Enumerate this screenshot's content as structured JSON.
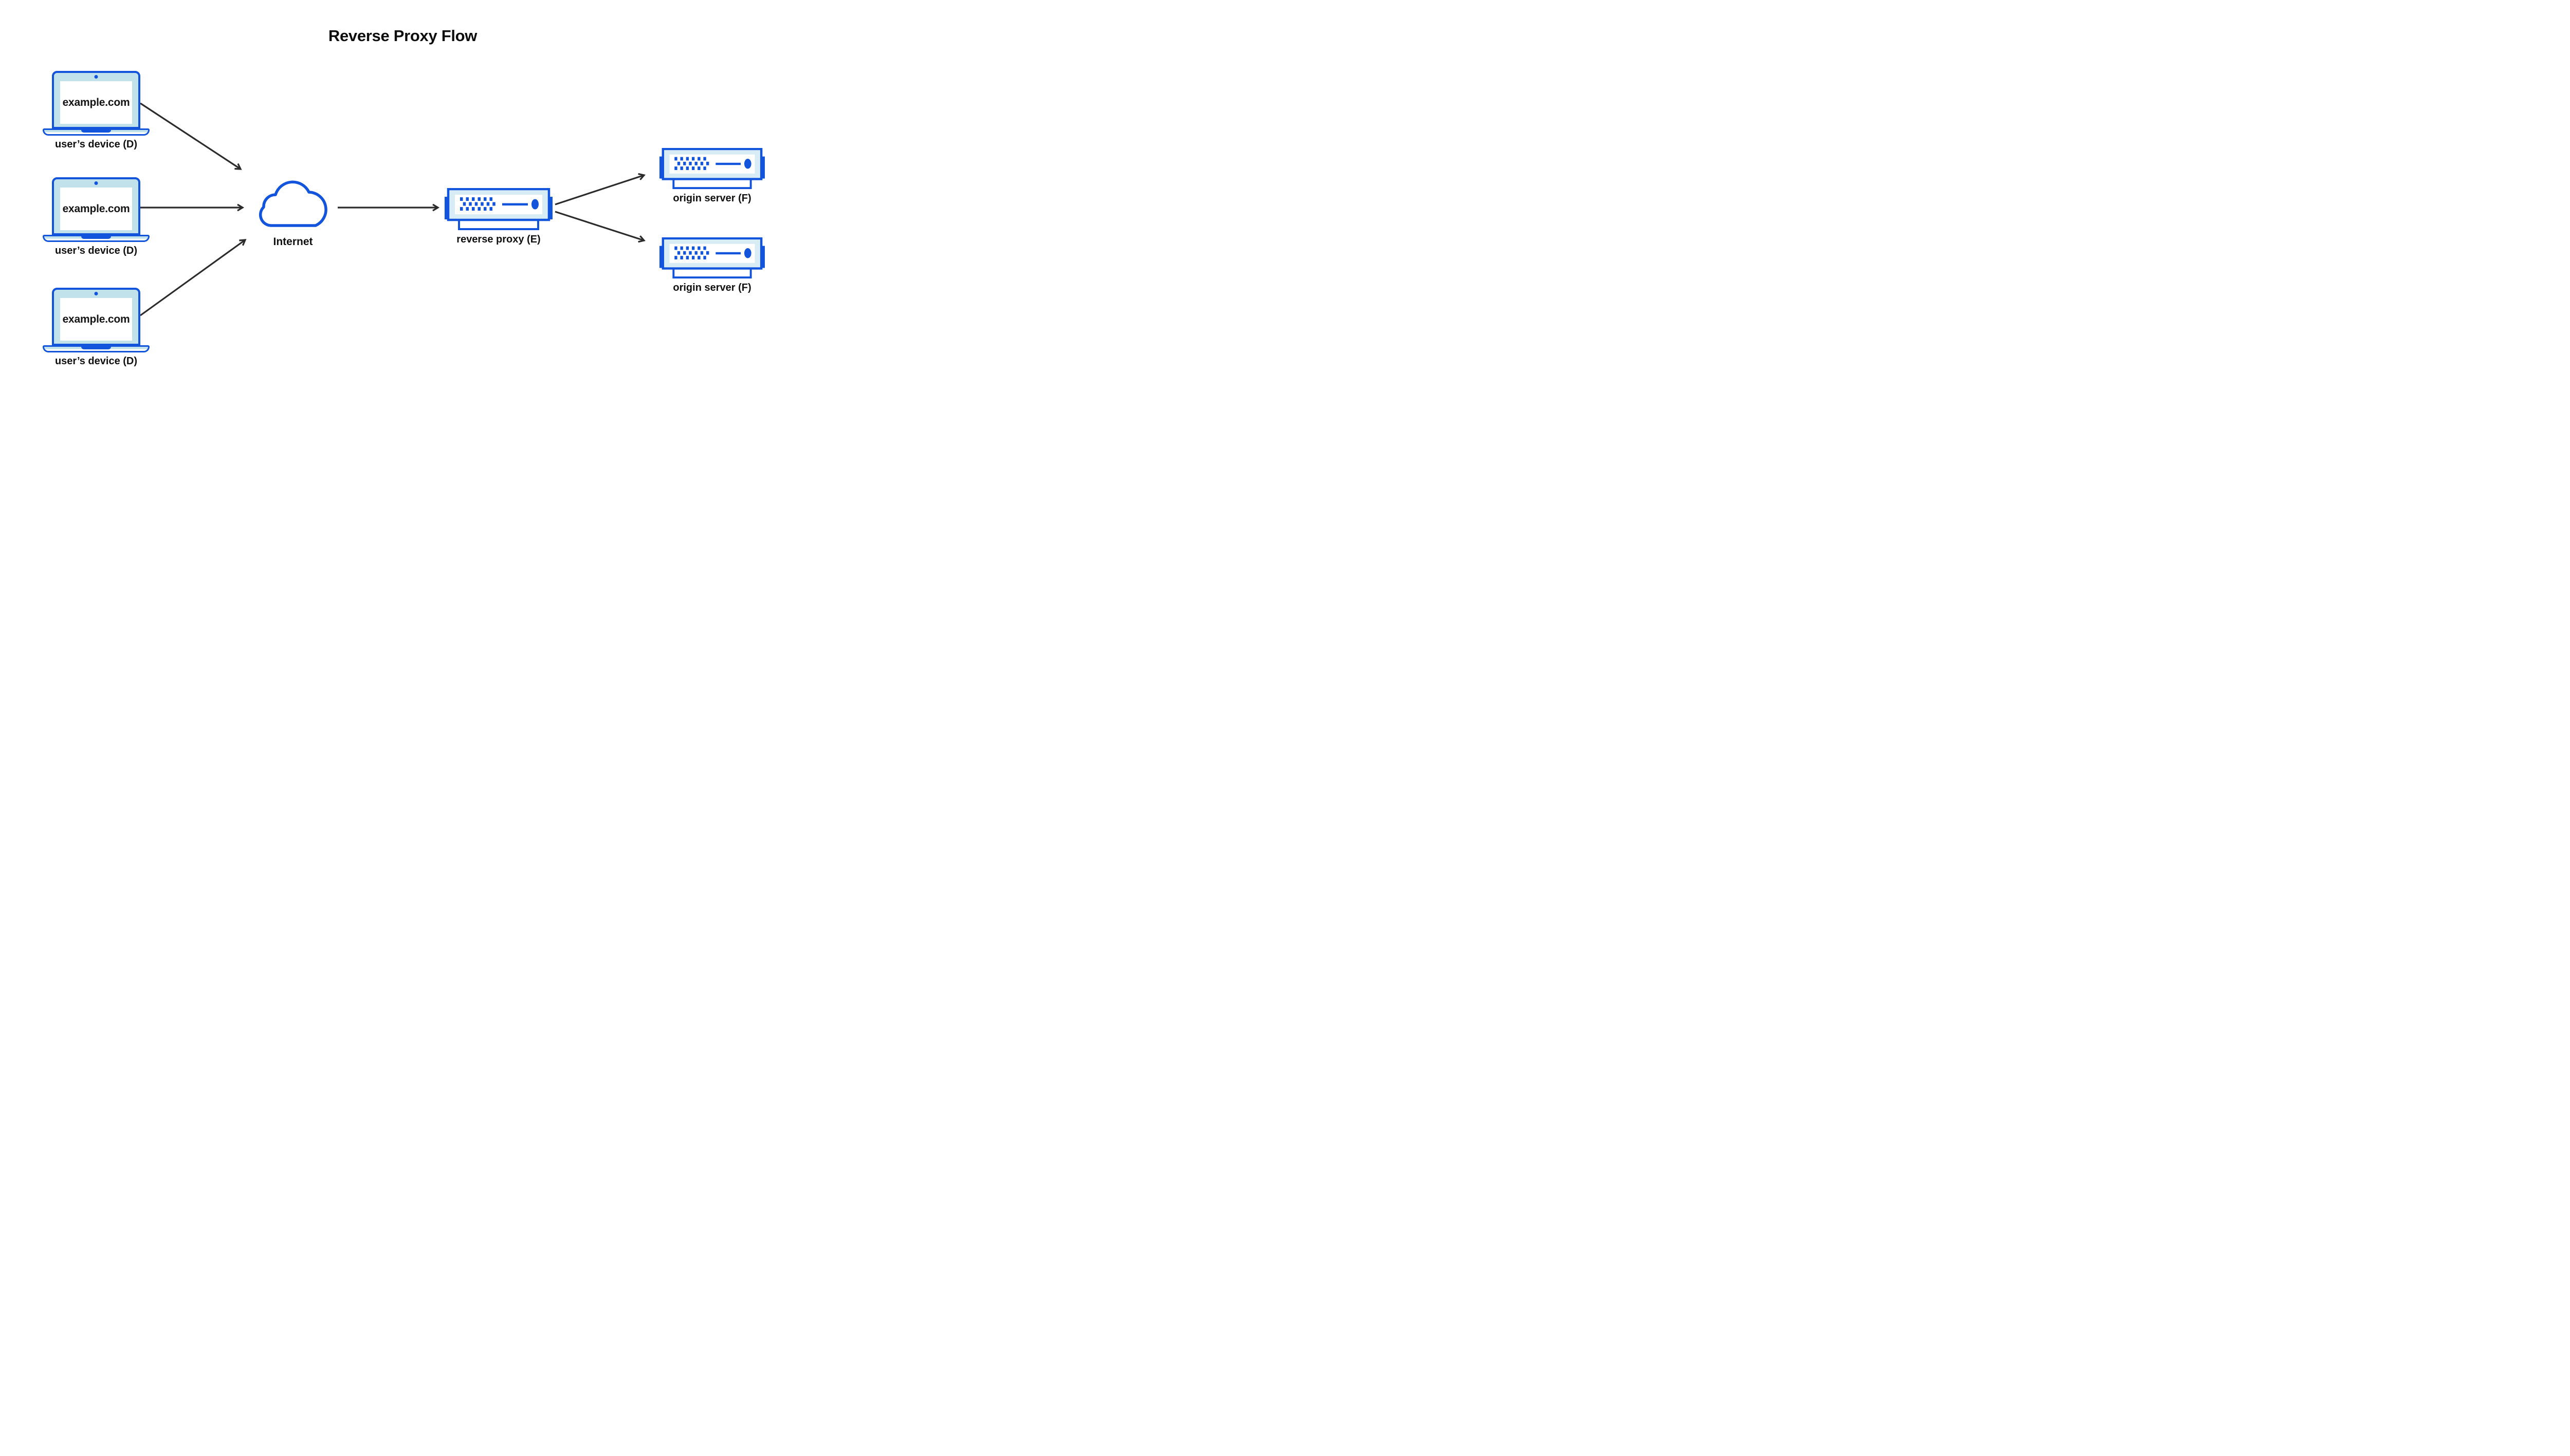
{
  "title": "Reverse Proxy Flow",
  "nodes": {
    "devices": [
      {
        "screen_text": "example.com",
        "label": "user’s device (D)"
      },
      {
        "screen_text": "example.com",
        "label": "user’s device (D)"
      },
      {
        "screen_text": "example.com",
        "label": "user’s device (D)"
      }
    ],
    "internet": {
      "label": "Internet"
    },
    "reverse_proxy": {
      "label": "reverse proxy (E)"
    },
    "origin_servers": [
      {
        "label": "origin server (F)"
      },
      {
        "label": "origin server (F)"
      }
    ]
  },
  "edges": [
    {
      "from": "user-device-1",
      "to": "internet"
    },
    {
      "from": "user-device-2",
      "to": "internet"
    },
    {
      "from": "user-device-3",
      "to": "internet"
    },
    {
      "from": "internet",
      "to": "reverse-proxy"
    },
    {
      "from": "reverse-proxy",
      "to": "origin-server-1"
    },
    {
      "from": "reverse-proxy",
      "to": "origin-server-2"
    }
  ],
  "icons": {
    "device": "laptop-icon",
    "internet": "cloud-icon",
    "reverse_proxy": "server-icon",
    "origin_server": "server-icon",
    "arrowhead": "open-chevron"
  },
  "colors": {
    "primary_blue": "#1254db",
    "laptop_fill": "#c1e1eb",
    "server_fill": "#d8ecf5",
    "arrow": "#2b2b2b",
    "text": "#0e0e0e",
    "background": "#ffffff"
  }
}
